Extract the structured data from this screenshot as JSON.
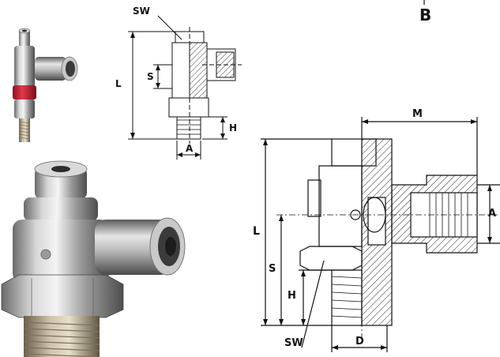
{
  "drawing": {
    "corner_mark": "B",
    "small_drawing": {
      "sw": "SW",
      "l": "L",
      "s": "S",
      "h": "H",
      "a": "A"
    },
    "large_drawing": {
      "m": "M",
      "l": "L",
      "s": "S",
      "h": "H",
      "a": "A",
      "sw": "SW",
      "d": "D"
    }
  }
}
